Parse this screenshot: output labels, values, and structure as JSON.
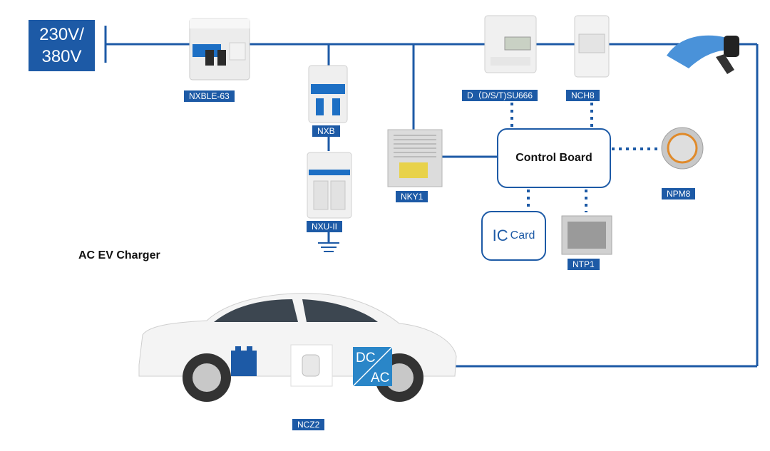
{
  "voltage": {
    "line1": "230V/",
    "line2": "380V"
  },
  "labels": {
    "nxble": "NXBLE-63",
    "nxb": "NXB",
    "nxu": "NXU-II",
    "nky1": "NKY1",
    "meter": "D（D/S/T)SU666",
    "nch8": "NCH8",
    "npm8": "NPM8",
    "ntp1": "NTP1",
    "ncz2": "NCZ2"
  },
  "control_board": "Control Board",
  "ic_card": {
    "big": "IC",
    "small": "Card"
  },
  "charger_title": "AC EV Charger",
  "converter": {
    "top": "DC",
    "bottom": "AC"
  },
  "colors": {
    "line": "#1d5aa6",
    "tag_bg": "#1d5aa6",
    "device": "#e9ecef"
  },
  "icons": [
    "breaker-icon",
    "meter-icon",
    "contactor-icon",
    "ev-plug-icon",
    "power-supply-icon",
    "spd-icon",
    "ground-icon",
    "push-button-icon",
    "touch-panel-icon",
    "battery-icon",
    "car-icon"
  ]
}
